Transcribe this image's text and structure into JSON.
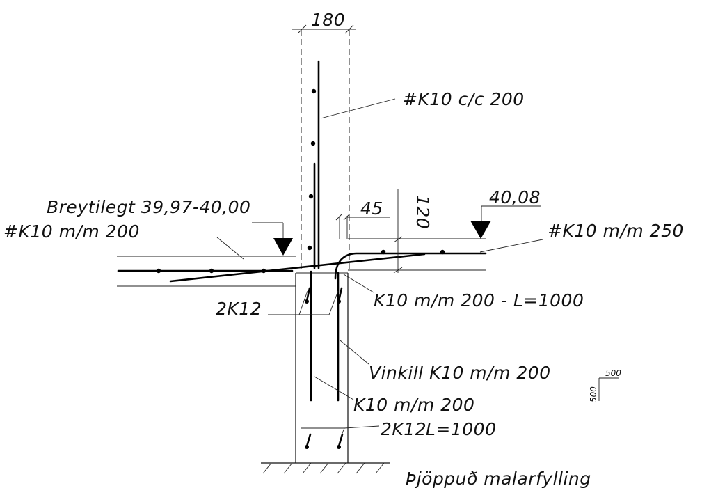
{
  "labels": {
    "wall_width": "180",
    "wall_rebar": "#K10 c/c 200",
    "variable_level": "Breytilegt 39,97-40,00",
    "left_mesh": "#K10 m/m 200",
    "dim_45": "45",
    "dim_120": "120",
    "level_top": "40,08",
    "right_mesh": "#K10 m/m 250",
    "dowel": "K10 m/m 200 - L=1000",
    "bars_2k12_upper": "2K12",
    "angle_bar": "Vinkill K10 m/m 200",
    "leg_top": "500",
    "leg_side": "500",
    "vertical_k10": "K10 m/m 200",
    "bars_2k12_lower": "2K12",
    "length_lower": "L=1000",
    "fill": "Þjöppuð malarfylling"
  }
}
